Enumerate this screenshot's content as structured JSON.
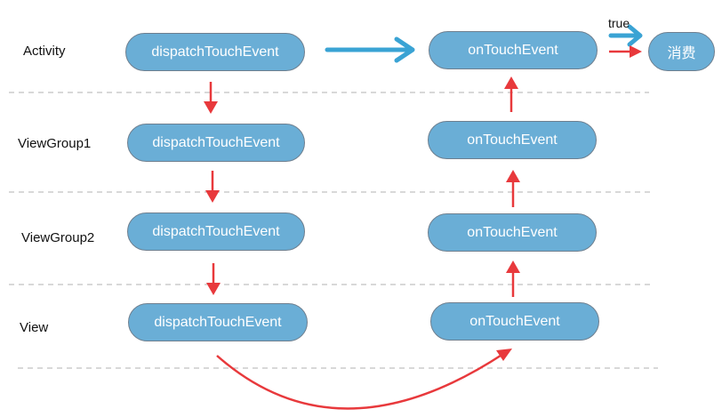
{
  "rows": [
    {
      "label": "Activity",
      "dispatch": "dispatchTouchEvent",
      "on_touch": "onTouchEvent"
    },
    {
      "label": "ViewGroup1",
      "dispatch": "dispatchTouchEvent",
      "on_touch": "onTouchEvent"
    },
    {
      "label": "ViewGroup2",
      "dispatch": "dispatchTouchEvent",
      "on_touch": "onTouchEvent"
    },
    {
      "label": "View",
      "dispatch": "dispatchTouchEvent",
      "on_touch": "onTouchEvent"
    }
  ],
  "consume_label": "消费",
  "true_label": "true",
  "colors": {
    "pill_fill": "#6aaed6",
    "pill_border": "#6e7f8f",
    "red_arrow": "#e8393c",
    "blue_arrow": "#3aa3d4",
    "divider": "#b0b0b0"
  }
}
